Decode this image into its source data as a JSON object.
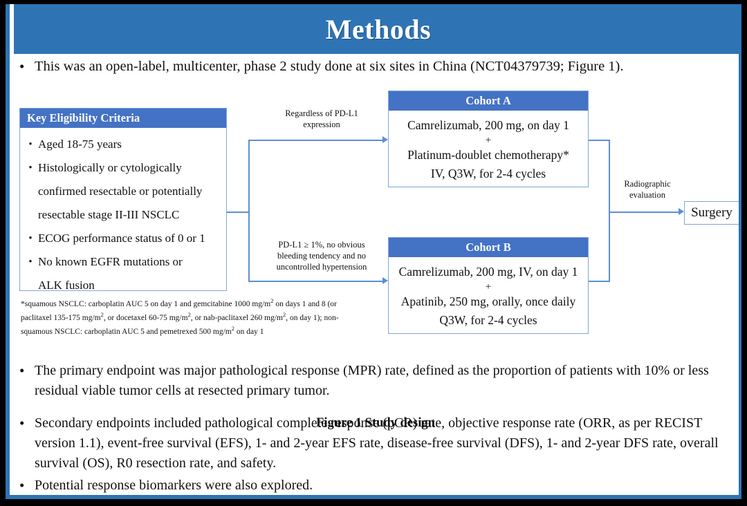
{
  "slide": {
    "title": "Methods",
    "accent_color": "#2E74B5",
    "box_header_color": "#4472C4",
    "connector_color": "#5B8FD4"
  },
  "lead_bullet": {
    "marker": "•",
    "text": "This was an open-label, multicenter, phase 2 study done at six sites in China (NCT04379739; Figure 1)."
  },
  "figure": {
    "caption": "Figure 1 Study design",
    "eligibility": {
      "header": "Key  Eligibility Criteria",
      "marker": "•",
      "items": [
        "Aged 18-75 years",
        "Histologically or cytologically",
        "confirmed resectable or potentially",
        "resectable stage II-III  NSCLC",
        "ECOG performance status of 0 or 1",
        "No known EGFR mutations or",
        "ALK fusion"
      ],
      "bulleted_flags": [
        true,
        true,
        false,
        false,
        true,
        true,
        false
      ]
    },
    "footnote": {
      "line1_a": "*squamous NSCLC: carboplatin AUC 5 on day 1 and gemcitabine 1000 mg/m",
      "line1_sup": "2",
      "line1_b": " on days 1 and 8 (or",
      "line2_a": "paclitaxel 135-175  mg/m",
      "line2_sup1": "2",
      "line2_b": ", or docetaxel 60-75 mg/m",
      "line2_sup2": "2",
      "line2_c": ", or nab-paclitaxel 260 mg/m",
      "line2_sup3": "2",
      "line2_d": ", on day 1); non-",
      "line3_a": "squamous NSCLC: carboplatin AUC 5 and pemetrexed 500 mg/m",
      "line3_sup": "2",
      "line3_b": " on day 1"
    },
    "cohort_a": {
      "header": "Cohort A",
      "line1": "Camrelizumab, 200 mg, on day 1",
      "plus": "+",
      "line2": "Platinum-doublet chemotherapy*",
      "line3": "IV, Q3W, for 2-4 cycles"
    },
    "cohort_b": {
      "header": "Cohort B",
      "line1": "Camrelizumab, 200 mg, IV, on day 1",
      "plus": "+",
      "line2": "Apatinib, 250 mg, orally, once daily",
      "line3": "Q3W, for 2-4 cycles"
    },
    "label_top": {
      "line1": "Regardless  of PD-L1",
      "line2": "expression"
    },
    "label_bottom": {
      "line1": "PD-L1 ≥ 1%, no obvious",
      "line2": "bleeding tendency  and no",
      "line3": "uncontrolled  hypertension"
    },
    "label_radiographic": {
      "line1": "Radiographic",
      "line2": "evaluation"
    },
    "surgery": "Surgery"
  },
  "bottom_bullets": [
    {
      "marker": "•",
      "text": "The primary endpoint was major pathological response (MPR) rate, defined as the proportion of patients with 10% or less residual viable tumor cells at resected primary tumor."
    },
    {
      "marker": "•",
      "text": "Secondary endpoints included pathological complete response (pCR) rate, objective response rate (ORR, as per RECIST version 1.1), event-free survival (EFS), 1- and 2-year EFS rate, disease-free survival (DFS), 1- and 2-year DFS rate, overall survival (OS), R0 resection rate, and safety."
    },
    {
      "marker": "•",
      "text": "Potential response biomarkers were also explored."
    }
  ]
}
